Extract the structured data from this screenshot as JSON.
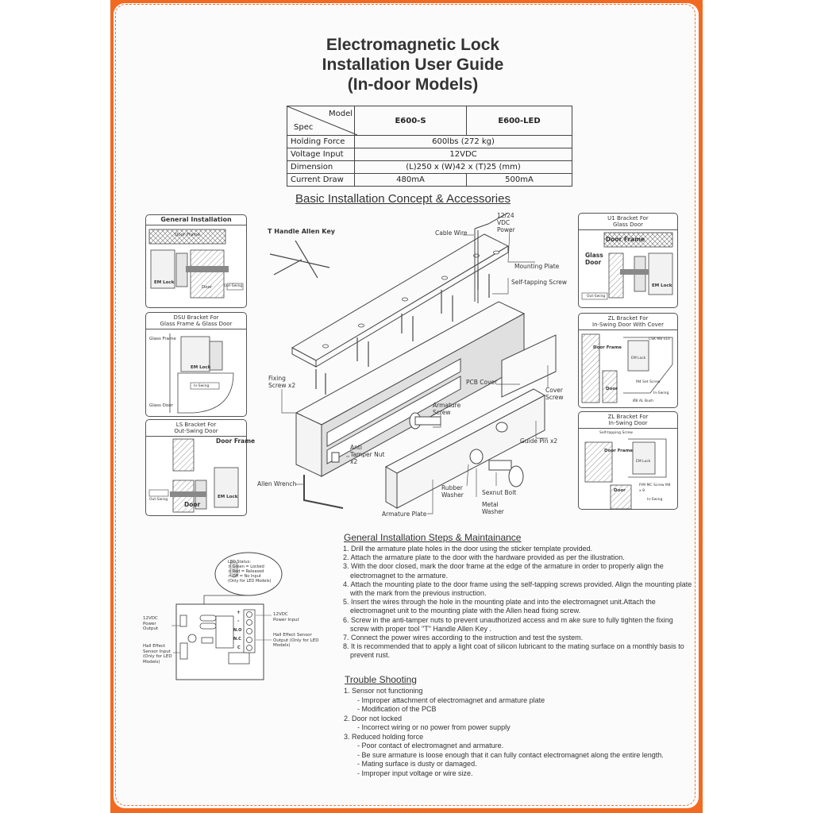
{
  "document": {
    "title_lines": [
      "Electromagnetic Lock",
      "Installation User Guide",
      "(In-door Models)"
    ],
    "spec_table": {
      "header_model": "Model",
      "header_spec": "Spec",
      "columns": [
        "E600-S",
        "E600-LED"
      ],
      "rows": [
        {
          "label": "Holding Force",
          "value": "600lbs  (272 kg)"
        },
        {
          "label": "Voltage Input",
          "value": "12VDC"
        },
        {
          "label": "Dimension",
          "value": "(L)250 x (W)42 x (T)25 (mm)"
        },
        {
          "label": "Current Draw",
          "values": [
            "480mA",
            "500mA"
          ]
        }
      ]
    },
    "section_concept": "Basic Installation Concept & Accessories",
    "left_panels": [
      {
        "title": "General Installation",
        "labels": [
          "Door Frame",
          "EM Lock",
          "Door",
          "Out-Swing"
        ]
      },
      {
        "title_lines": [
          "DSU Bracket For",
          "Glass Frame & Glass Door"
        ],
        "labels": [
          "Glass Frame",
          "EM Lock",
          "In-Swing",
          "Glass Door"
        ]
      },
      {
        "title_lines": [
          "LS Bracket For",
          "Out-Swing Door"
        ],
        "labels": [
          "Door Frame",
          "Out-Swing",
          "Door",
          "EM Lock"
        ]
      }
    ],
    "right_panels": [
      {
        "title_lines": [
          "U1 Bracket For",
          "Glass Door"
        ],
        "labels": [
          "Door Frame",
          "Glass Door",
          "EM Lock",
          "Out-Swing"
        ]
      },
      {
        "title_lines": [
          "ZL Bracket For",
          "In-Swing Door With Cover"
        ],
        "labels": [
          "Door Frame",
          "CSK M8 x10",
          "EM Lock",
          "Door",
          "M4 Set Screw",
          "In-Swing",
          "Ø8 AL Bush"
        ]
      },
      {
        "title_lines": [
          "ZL Bracket For",
          "In-Swing Door"
        ],
        "labels": [
          "Self-tapping Screw",
          "Door Frame",
          "EM Lock",
          "Door",
          "P/M MC Screw M4 x 8",
          "In-Swing"
        ]
      }
    ],
    "exploded_labels": {
      "t_handle": "T Handle Allen Key",
      "power": "12/24 VDC Power",
      "cable_wire": "Cable Wire",
      "mounting_plate": "Mounting Plate",
      "self_tapping": "Self-tapping Screw",
      "fixing_screw": "Fixing Screw x2",
      "pcb_cover": "PCB Cover",
      "cover_screw": "Cover Screw",
      "armature_screw": "Armature Screw",
      "guide_pin": "Guide Pin x2",
      "anti_tamper": "Anti Tamper Nut x2",
      "allen_wrench": "Allen Wrench",
      "rubber_washer": "Rubber Washer",
      "sexnut_bolt": "Sexnut Bolt",
      "metal_washer": "Metal Washer",
      "armature_plate": "Armature Plate"
    },
    "pcb": {
      "led_status_title": "LED Status:",
      "led_status_lines": [
        "> Green = Locked",
        "> Red = Released",
        "> Off = No Input",
        "(Only for LED Models)"
      ],
      "power_output": "12VDC Power Output",
      "hall_input": "Hall Effect Sensor Input (Only for LED Models)",
      "power_input": "12VDC Power Input",
      "hall_output": "Hall Effect Sensor Output (Only for LED Models)",
      "terminals": [
        "+",
        "-",
        "N.O",
        "N.C",
        "C"
      ]
    },
    "section_steps": "General Installation Steps & Maintainance",
    "steps": [
      "1. Drill the armature plate holes in the door using the sticker template provided.",
      "2. Attach the armature plate to the door with the hardware provided as per the illustration.",
      "3. With the door closed, mark the door frame at the edge of the armature in order to properly align the electromagnet to the armature.",
      "4. Attach the mounting plate to the door frame using the self-tapping screws provided. Align the mounting plate with the mark from the previous instruction.",
      "5. Insert the wires through the hole in the mounting plate and into the electromagnet unit.Attach the electromagnet unit to the mounting plate with the Allen head fixing screw.",
      "6. Screw in the anti-tamper nuts to prevent unauthorized access and m ake sure to fully tighten the fixing screw with proper tool \"T\" Handle Allen Key .",
      "7. Connect the power wires according to the instruction and test the system.",
      "8. It is recommended that to apply a light coat of silicon lubricant to the mating surface on a monthly basis to prevent rust."
    ],
    "section_trouble": "Trouble Shooting",
    "trouble": [
      {
        "issue": "1.  Sensor not functioning",
        "causes": [
          "- Improper attachment of electromagnet and armature plate",
          "- Modification of the PCB"
        ]
      },
      {
        "issue": "2.  Door not locked",
        "causes": [
          "- Incorrect wiring or no power from power supply"
        ]
      },
      {
        "issue": "3.  Reduced holding force",
        "causes": [
          "- Poor contact of electromagnet and armature.",
          "- Be sure armature is loose enough that it can fully contact electromagnet along the entire length.",
          "- Mating surface is dusty or damaged.",
          "- Improper input voltage or wire size."
        ]
      }
    ],
    "colors": {
      "frame": "#f26a21",
      "ink": "#333333"
    }
  }
}
